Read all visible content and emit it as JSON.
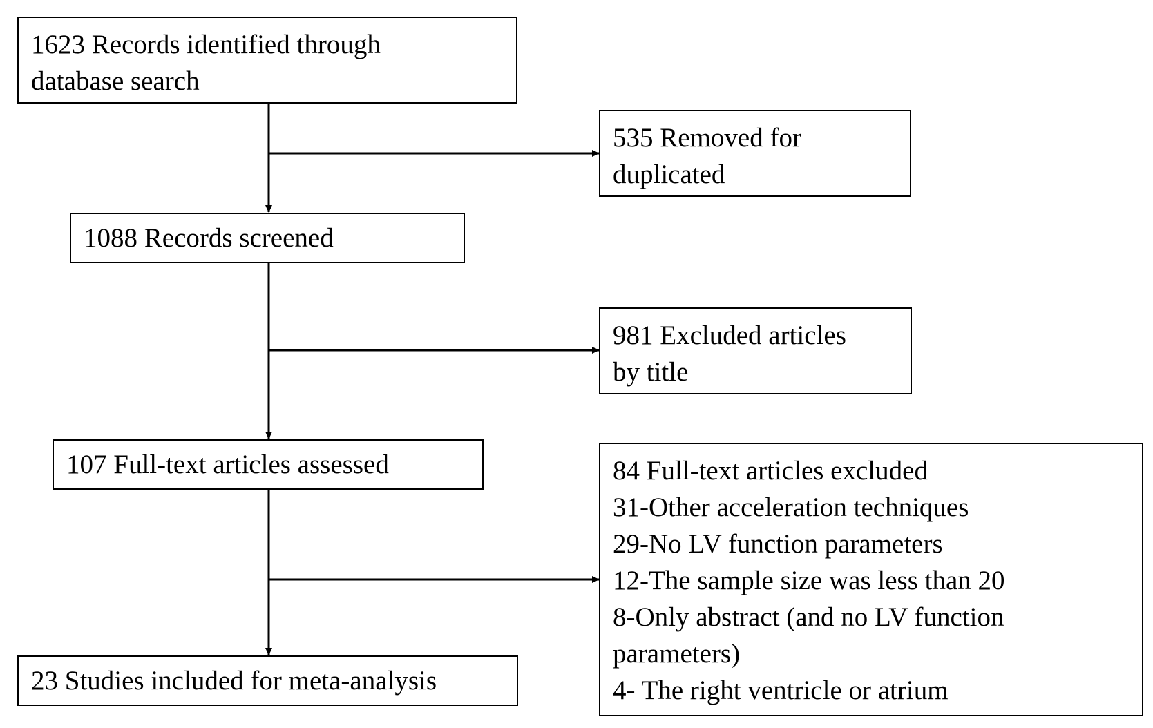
{
  "identified": {
    "lines": [
      "1623 Records identified through",
      "database search"
    ]
  },
  "duplicates": {
    "lines": [
      "535 Removed for",
      "duplicated"
    ]
  },
  "screened": {
    "lines": [
      "1088  Records screened"
    ]
  },
  "excluded_title": {
    "lines": [
      "981 Excluded articles",
      "by title"
    ]
  },
  "assessed": {
    "lines": [
      "107 Full-text articles assessed"
    ]
  },
  "excluded_fulltext": {
    "lines": [
      "84 Full-text articles excluded",
      "31-Other acceleration techniques",
      "29-No LV function parameters",
      "12-The sample size was less than 20",
      "8-Only abstract (and no LV function",
      "parameters)",
      "4- The right ventricle or atrium"
    ]
  },
  "included": {
    "lines": [
      "23 Studies included for meta-analysis"
    ]
  }
}
